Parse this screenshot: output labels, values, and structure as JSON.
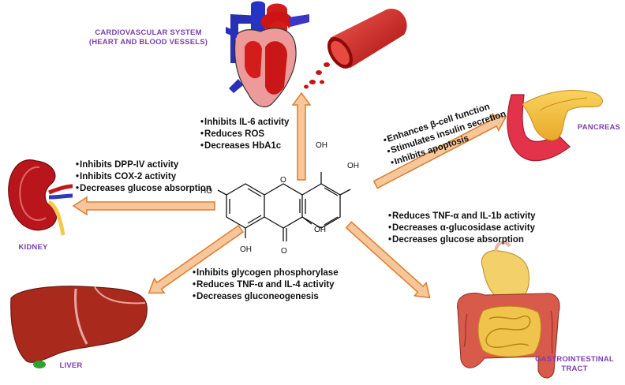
{
  "organs": {
    "cardio": {
      "title_line1": "CARDIOVASCULAR SYSTEM",
      "title_line2": "(HEART AND BLOOD VESSELS)",
      "effects": [
        "Inhibits IL-6 activity",
        "Reduces ROS",
        "Decreases HbA1c"
      ]
    },
    "kidney": {
      "title": "KIDNEY",
      "effects": [
        "Inhibits DPP-IV activity",
        "Inhibits COX-2 activity",
        "Decreases glucose absorption"
      ]
    },
    "pancreas": {
      "title": "PANCREAS",
      "effects": [
        "Enhances β-cell function",
        "Stimulates  insulin secretion",
        "Inhibits apoptosis"
      ]
    },
    "liver": {
      "title": "LIVER",
      "effects": [
        "Inhibits glycogen phosphorylase",
        "Reduces TNF-α and IL-4 activity",
        "Decreases gluconeogenesis"
      ]
    },
    "gi": {
      "title_line1": "GASTROINTESTINAL",
      "title_line2": "TRACT",
      "effects": [
        "Reduces TNF-α and IL-1b activity",
        "Decreases α-glucosidase  activity",
        "Decreases glucose absorption"
      ]
    }
  },
  "molecule": {
    "labels": [
      "OH",
      "OH",
      "HO",
      "O",
      "OH",
      "OH",
      "O"
    ]
  },
  "colors": {
    "arrow_fill": "#f6c79a",
    "arrow_stroke": "#e07b2c",
    "label_purple": "#7a3fb2"
  }
}
